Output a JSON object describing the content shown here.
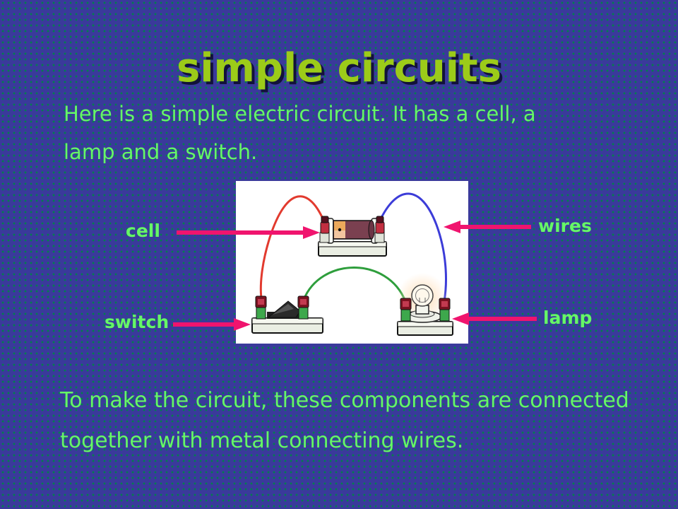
{
  "slide": {
    "title": "simple circuits",
    "intro": {
      "line1": "Here is a simple electric circuit. It has a cell, a",
      "line2": "lamp and a switch."
    },
    "outro": {
      "line1": "To make the circuit, these components are connected",
      "line2": "together with metal connecting wires."
    },
    "labels": {
      "cell": "cell",
      "wires": "wires",
      "switch": "switch",
      "lamp": "lamp"
    },
    "diagram": {
      "description": "Drawing of a simple electric circuit: a cell on a stand (top) joined by a red wire to a switch (bottom left) and a blue wire to a glowing lamp (bottom right); a green wire joins the switch to the lamp."
    },
    "colors": {
      "background": "#3A3A9B",
      "background_dots": "#00804D",
      "title_text": "#9CCB19",
      "body_text": "#66F766",
      "label_text": "#66F766",
      "arrow": "#F0146E",
      "diagram_background": "#FFFFFF",
      "wire_red": "#E23A2E",
      "wire_blue": "#3C3CD8",
      "wire_green": "#2E9E3C"
    }
  }
}
